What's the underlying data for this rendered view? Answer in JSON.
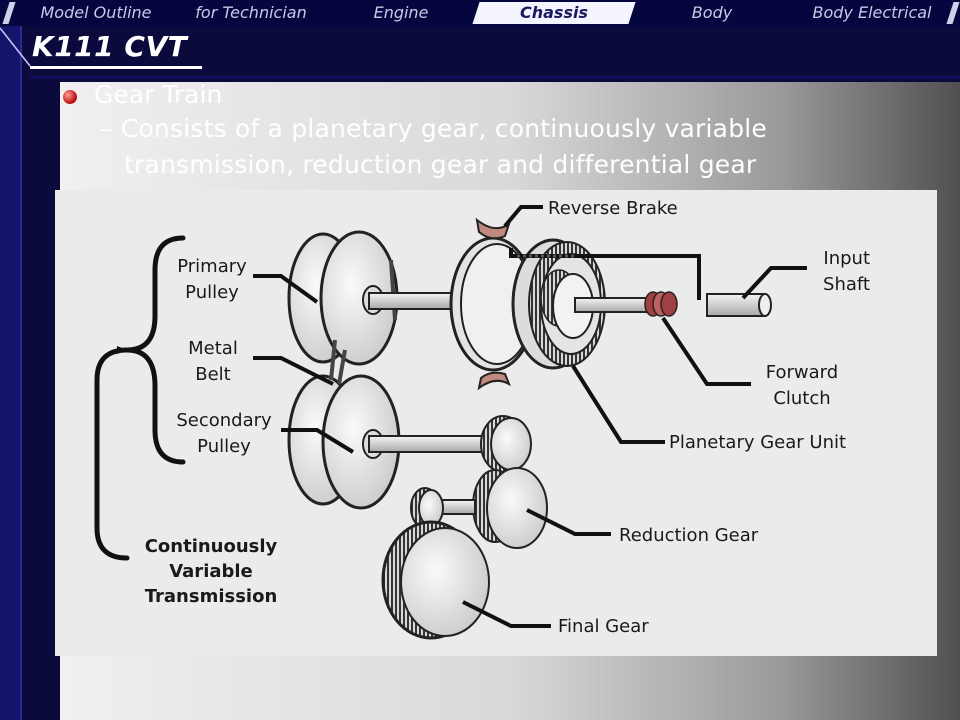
{
  "nav": {
    "tabs": [
      {
        "label": "Model Outline"
      },
      {
        "label": "for Technician"
      },
      {
        "label": "Engine"
      },
      {
        "label": "Chassis"
      },
      {
        "label": "Body"
      },
      {
        "label": "Body Electrical"
      }
    ],
    "active_index": 3
  },
  "slide": {
    "title": "K111 CVT",
    "bullet": "Gear Train",
    "sub_line1": "–  Consists of a planetary gear, continuously variable",
    "sub_line2": "transmission, reduction gear and differential gear"
  },
  "diagram": {
    "labels": {
      "reverse_brake": "Reverse Brake",
      "input_shaft_1": "Input",
      "input_shaft_2": "Shaft",
      "primary_pulley_1": "Primary",
      "primary_pulley_2": "Pulley",
      "metal_belt_1": "Metal",
      "metal_belt_2": "Belt",
      "secondary_pulley_1": "Secondary",
      "secondary_pulley_2": "Pulley",
      "forward_clutch_1": "Forward",
      "forward_clutch_2": "Clutch",
      "planetary_gear_unit": "Planetary Gear Unit",
      "reduction_gear": "Reduction Gear",
      "final_gear": "Final Gear",
      "cvt_1": "Continuously",
      "cvt_2": "Variable",
      "cvt_3": "Transmission"
    }
  },
  "colors": {
    "nav_bg": "#050540",
    "slide_bg": "#0a0a3c",
    "bullet": "#c01010",
    "brake_pad": "#c08a80",
    "clutch": "#a04040"
  }
}
